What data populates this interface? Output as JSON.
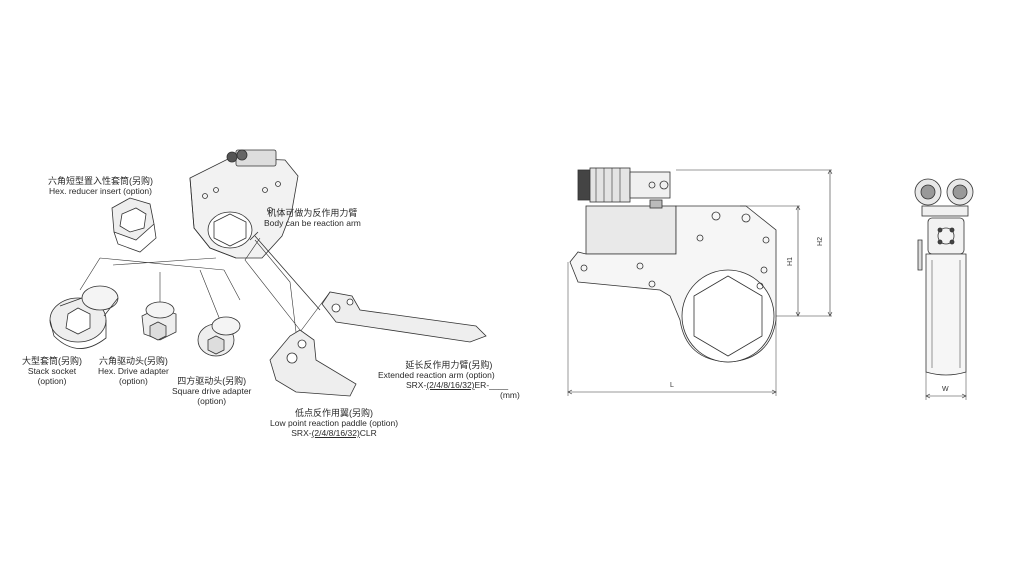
{
  "labels": {
    "hex_reducer": {
      "cn": "六角短型置入性套筒(另购)",
      "en": "Hex. reducer insert (option)"
    },
    "body_reaction": {
      "cn": "机体可做为反作用力臂",
      "en": "Body can be reaction arm"
    },
    "stack_socket": {
      "cn": "大型套筒(另购)",
      "en": "Stack socket",
      "opt": "(option)"
    },
    "hex_drive": {
      "cn": "六角驱动头(另购)",
      "en": "Hex. Drive adapter",
      "opt": "(option)"
    },
    "square_drive": {
      "cn": "四方驱动头(另购)",
      "en": "Square drive adapter",
      "opt": "(option)"
    },
    "low_point": {
      "cn": "低点反作用翼(另购)",
      "en": "Low point reaction paddle (option)",
      "code_prefix": "SRX-",
      "code_mid": "(2/4/8/16/32)",
      "code_suffix": "CLR"
    },
    "extended_arm": {
      "cn": "延长反作用力臂(另购)",
      "en": "Extended reaction arm (option)",
      "code_prefix": "SRX-",
      "code_mid": "(2/4/8/16/32)",
      "code_suffix": "ER-____",
      "unit": "(mm)"
    }
  },
  "dimensions": {
    "length": "L",
    "h1": "H1",
    "h2": "H2",
    "width": "W"
  }
}
